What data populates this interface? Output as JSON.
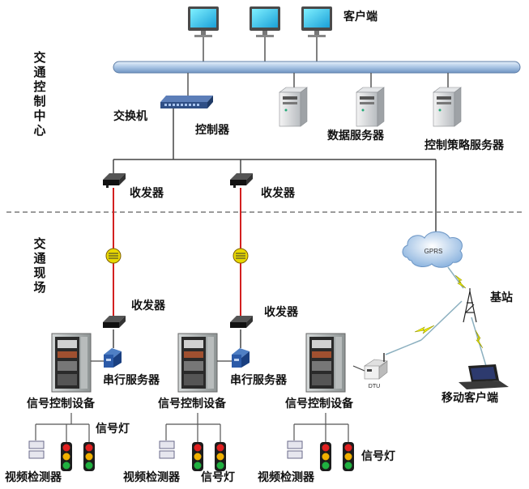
{
  "zones": {
    "control_center": "交通控制中心",
    "field": "交通现场"
  },
  "labels": {
    "client": "客户端",
    "switch": "交换机",
    "controller": "控制器",
    "data_server": "数据服务器",
    "strategy_server": "控制策略服务器",
    "transceiver_top_1": "收发器",
    "transceiver_top_2": "收发器",
    "transceiver_bottom_1": "收发器",
    "transceiver_bottom_2": "收发器",
    "base_station": "基站",
    "mobile_client": "移动客户端",
    "serial_server_1": "串行服务器",
    "serial_server_2": "串行服务器",
    "signal_device_1": "信号控制设备",
    "signal_device_2": "信号控制设备",
    "signal_device_3": "信号控制设备",
    "signal_light_1": "信号灯",
    "signal_light_2": "信号灯",
    "signal_light_3": "信号灯",
    "video_detector_1": "视频检测器",
    "video_detector_2": "视频检测器",
    "video_detector_3": "视频检测器"
  },
  "icon_text": {
    "gprs": "GPRS",
    "dtu": "DTU"
  },
  "colors": {
    "bus": "#a9c4e4",
    "fiber": "#d32020",
    "wireless": "#e6e600",
    "cabinet": "#b0b4b4",
    "divider": "#7a7a7a"
  }
}
